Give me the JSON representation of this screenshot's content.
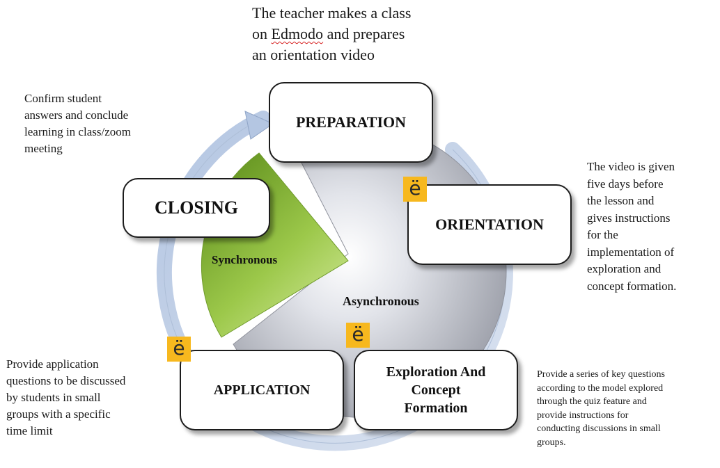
{
  "stages": {
    "preparation": "PREPARATION",
    "orientation": "ORIENTATION",
    "exploration": "Exploration  And\nConcept\nFormation",
    "application": "APPLICATION",
    "closing": "CLOSING"
  },
  "modes": {
    "synchronous": "Synchronous",
    "asynchronous": "Asynchronous"
  },
  "notes": {
    "preparation_before": "The  teacher makes a class\non ",
    "preparation_squiggle": "Edmodo",
    "preparation_after": " and prepares\nan orientation video",
    "orientation": "The video is given\nfive days before\nthe lesson and\ngives instructions\nfor the\nimplementation of\nexploration and\nconcept formation.",
    "exploration": "Provide a series of key questions\naccording  to the model explored\nthrough the quiz feature and\nprovide instructions for\nconducting discussions in small\ngroups.",
    "application": "Provide application\nquestions to be discussed\nby students in small\ngroups with a specific\ntime limit",
    "closing": "Confirm  student\nanswers and conclude\nlearning  in class/zoom\nmeeting"
  },
  "edmodo_icon": {
    "letter": "ë",
    "color": "#f7b81e"
  },
  "colors": {
    "ring": "#c9d6ea",
    "synchronous_wedge": "#8fbf3a",
    "asynchronous_disc": "#b9bcc6"
  }
}
